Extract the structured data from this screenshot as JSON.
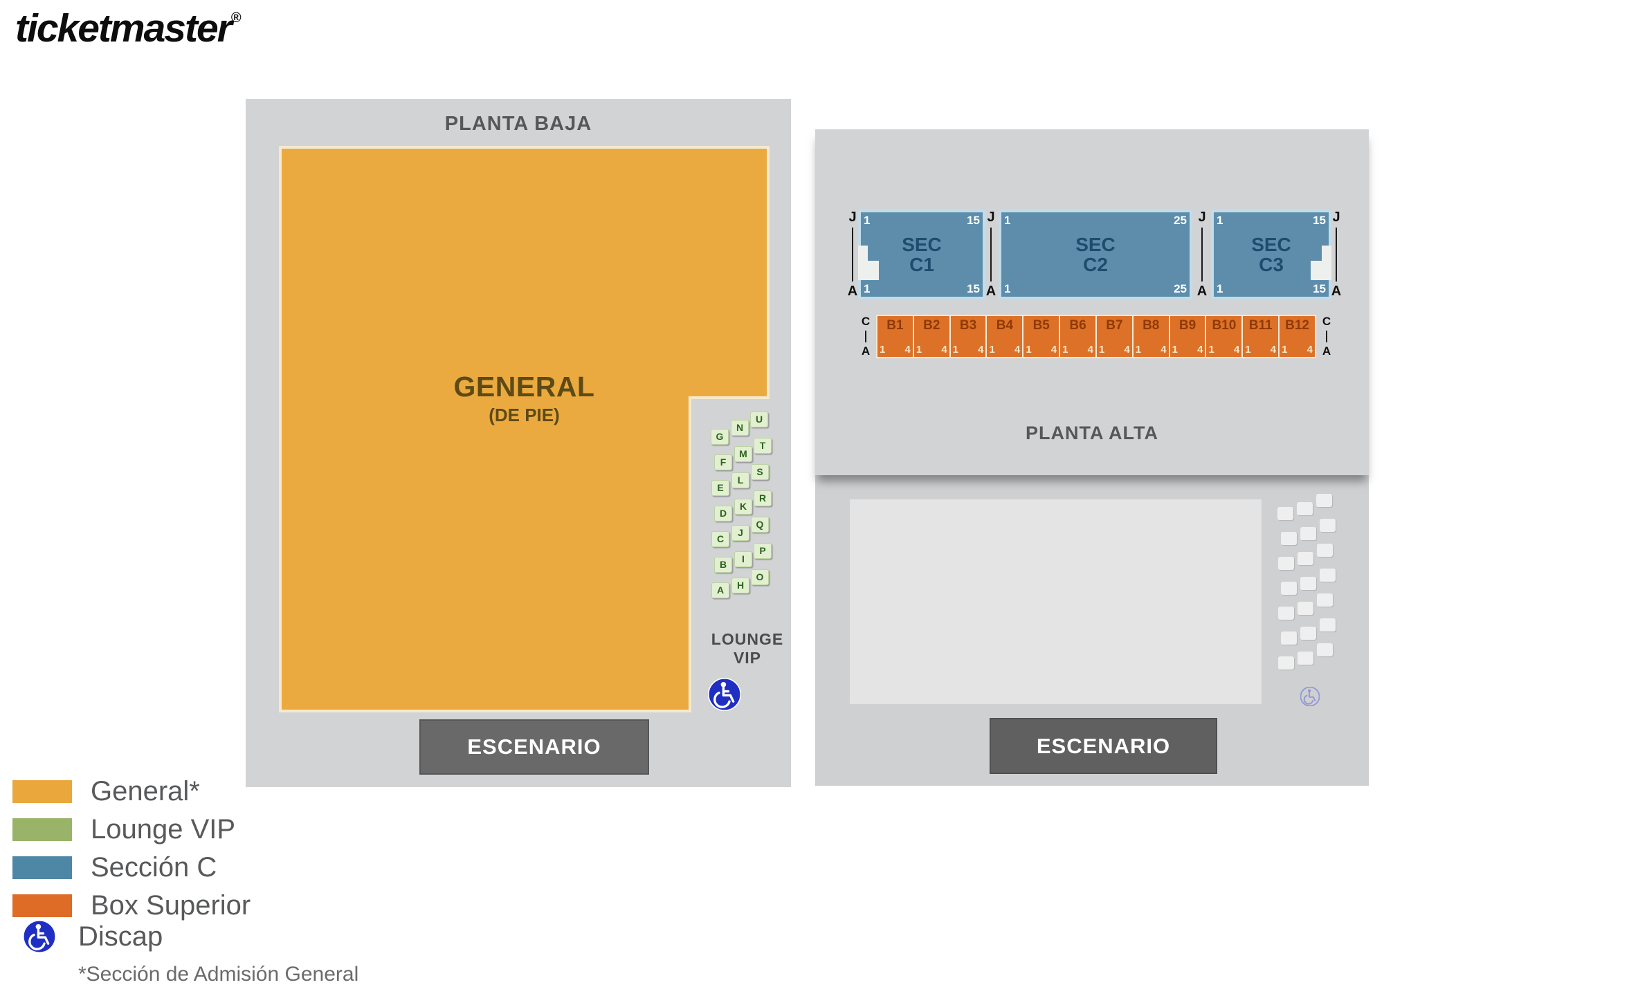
{
  "logo": {
    "text": "ticketmaster",
    "reg": "®"
  },
  "planta_baja": {
    "title": "PLANTA BAJA",
    "general": {
      "label": "GENERAL",
      "sublabel": "(DE PIE)"
    },
    "lounge": {
      "label_line1": "LOUNGE",
      "label_line2": "VIP",
      "rows": [
        [
          "A",
          "B",
          "C",
          "D",
          "E",
          "F",
          "G"
        ],
        [
          "H",
          "I",
          "J",
          "K",
          "L",
          "M",
          "N"
        ],
        [
          "O",
          "P",
          "Q",
          "R",
          "S",
          "T",
          "U"
        ]
      ]
    },
    "stage_label": "ESCENARIO"
  },
  "planta_alta": {
    "title": "PLANTA ALTA",
    "row_markers": {
      "top": "J",
      "bottom": "A"
    },
    "sections": [
      {
        "name": "SEC",
        "code": "C1",
        "tl": "1",
        "tr": "15",
        "bl": "1",
        "br": "15"
      },
      {
        "name": "SEC",
        "code": "C2",
        "tl": "1",
        "tr": "25",
        "bl": "1",
        "br": "25"
      },
      {
        "name": "SEC",
        "code": "C3",
        "tl": "1",
        "tr": "15",
        "bl": "1",
        "br": "15"
      }
    ],
    "boxes": {
      "marker_top": "C",
      "marker_bottom": "A",
      "labels": [
        "B1",
        "B2",
        "B3",
        "B4",
        "B5",
        "B6",
        "B7",
        "B8",
        "B9",
        "B10",
        "B11",
        "B12"
      ],
      "seat_left": "1",
      "seat_right": "4"
    },
    "stage_label": "ESCENARIO"
  },
  "legend": {
    "items": [
      {
        "label": "General*",
        "color": "#E9A73C"
      },
      {
        "label": "Lounge VIP",
        "color": "#99B469"
      },
      {
        "label": "Sección C",
        "color": "#4E87A5"
      },
      {
        "label": "Box Superior",
        "color": "#DE6B26"
      },
      {
        "label": "Discap",
        "color": "#1F2FC4"
      }
    ],
    "footnote": "*Sección de Admisión General"
  },
  "colors": {
    "card_gray": "#D2D3D4",
    "general_fill": "#EBAA40",
    "general_border": "#F5EAD0",
    "section_fill": "#5D8DAB",
    "section_border": "#C3DCEA",
    "box_fill": "#DD7127",
    "stage_fill": "#696969",
    "discap_blue": "#1F2FC4",
    "lounge_chip": "#E2EFD1"
  }
}
